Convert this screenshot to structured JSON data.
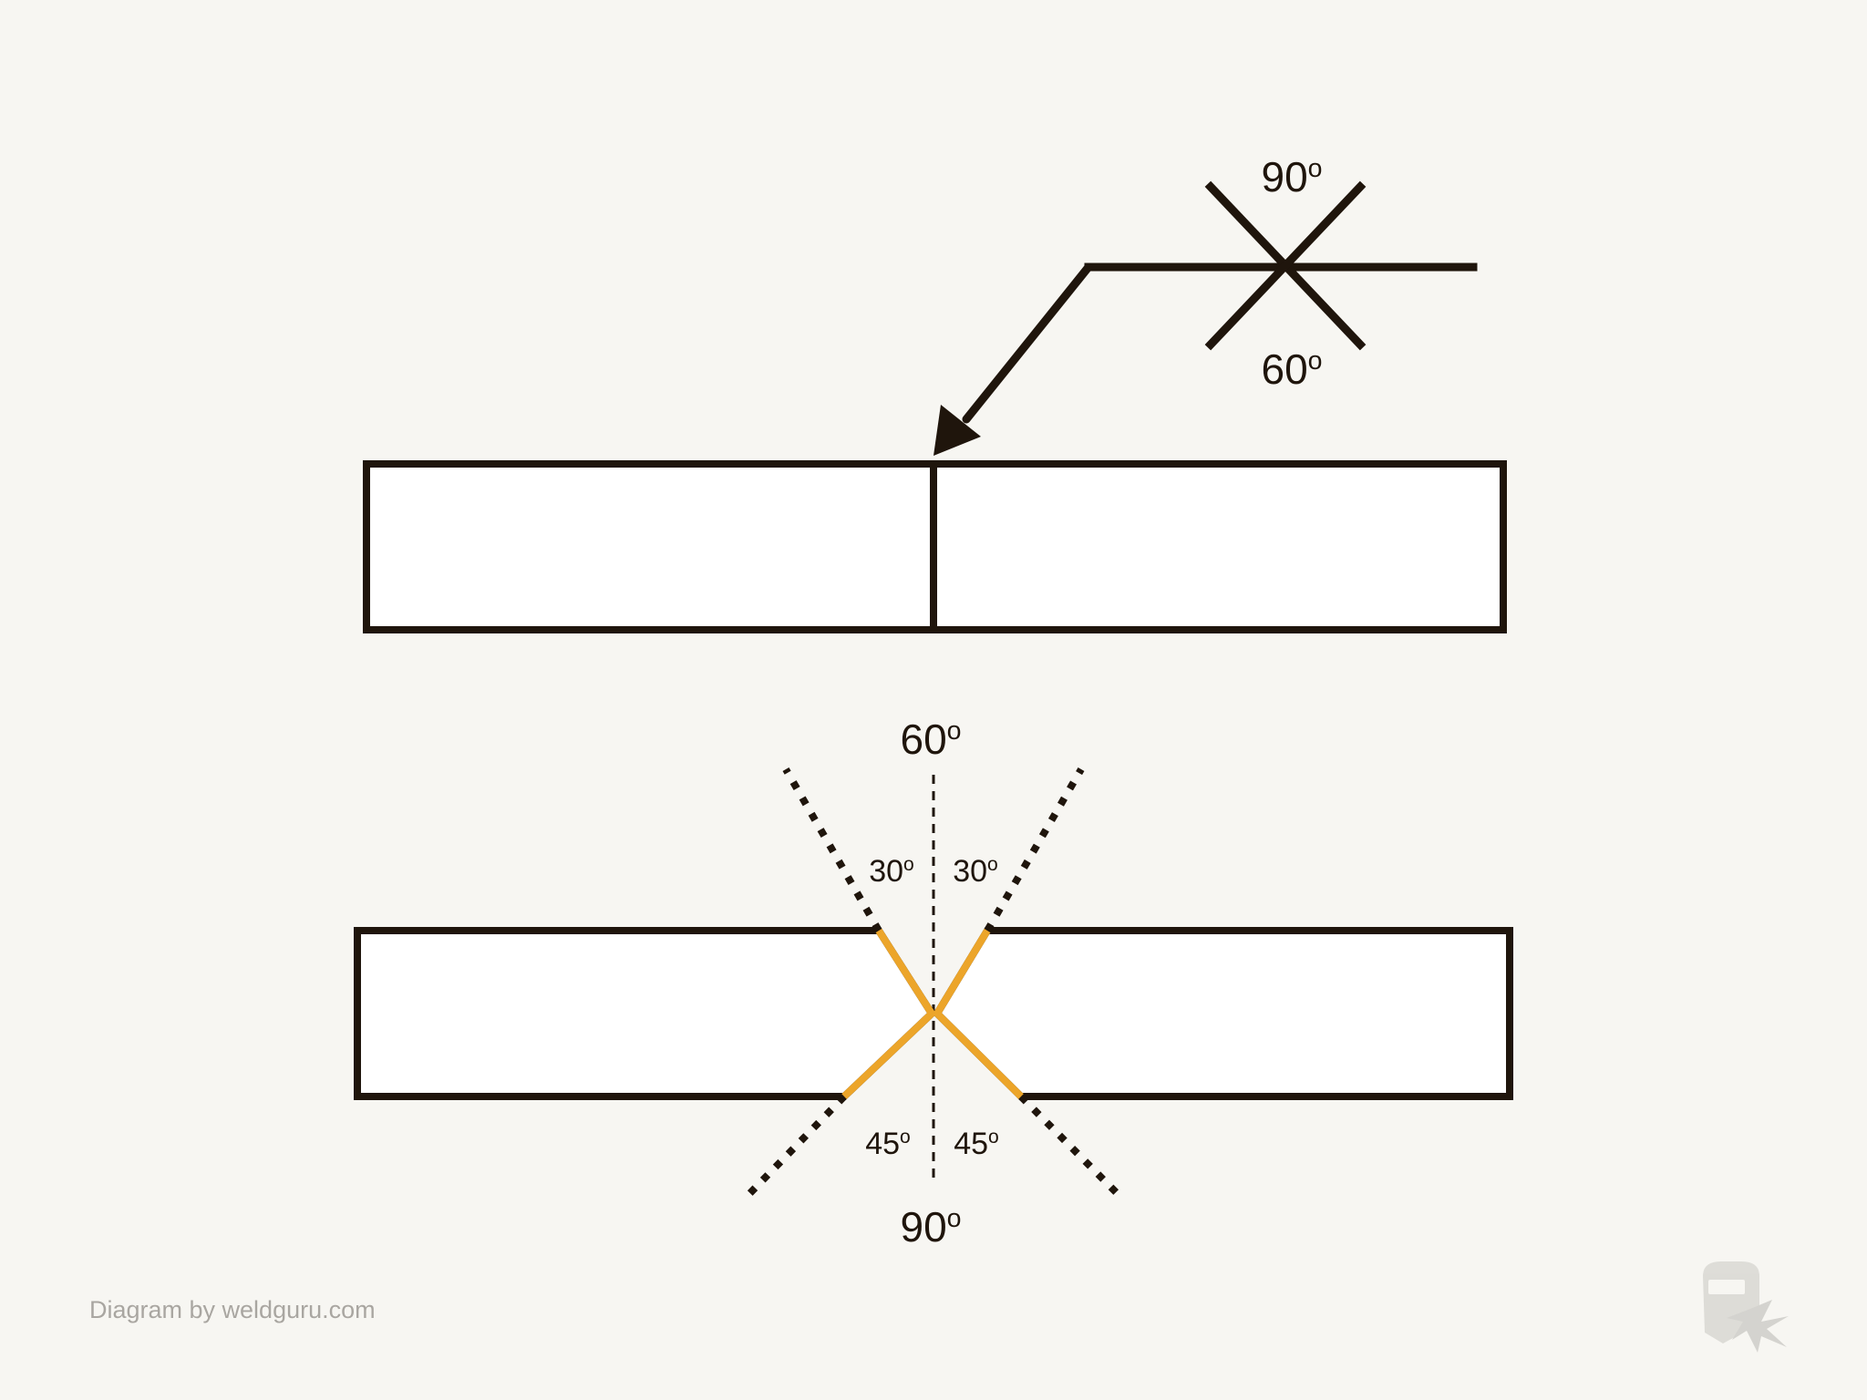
{
  "colors": {
    "background": "#f7f6f2",
    "ink": "#1f150c",
    "bevel": "#eca52a",
    "credit": "#a9a6a1",
    "plate_fill": "#ffffff"
  },
  "symbol": {
    "arrow_side_angle": "60",
    "other_side_angle": "90",
    "degree_mark": "o"
  },
  "joint": {
    "top_included_angle": "60",
    "top_left_angle": "30",
    "top_right_angle": "30",
    "bottom_included_angle": "90",
    "bottom_left_angle": "45",
    "bottom_right_angle": "45",
    "degree_mark": "o"
  },
  "footer": {
    "credit": "Diagram by weldguru.com",
    "logo_icon": "welding-helmet-spark-icon"
  }
}
